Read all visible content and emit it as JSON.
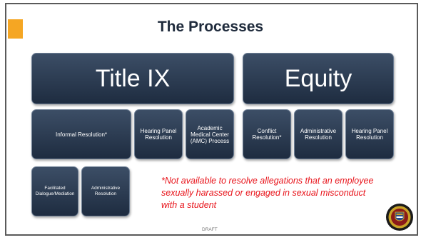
{
  "slide": {
    "title": "The Processes",
    "draft_label": "DRAFT",
    "note": "*Not available to resolve allegations that an employee sexually harassed or engaged in sexual misconduct with a student"
  },
  "title_ix": {
    "header": "Title IX",
    "items": [
      "Informal Resolution*",
      "Hearing Panel Resolution",
      "Academic Medical Center (AMC) Process"
    ],
    "sub_items": [
      "Facilitated Dialogue/Mediation",
      "Administrative Resolution"
    ]
  },
  "equity": {
    "header": "Equity",
    "items": [
      "Conflict Resolution*",
      "Administrative Resolution",
      "Hearing Panel Resolution"
    ]
  },
  "colors": {
    "accent": "#f5a623",
    "box": "#2b3a51",
    "note": "#e8141b",
    "title": "#1f2b3c"
  },
  "icons": {
    "seal": "university-seal"
  }
}
